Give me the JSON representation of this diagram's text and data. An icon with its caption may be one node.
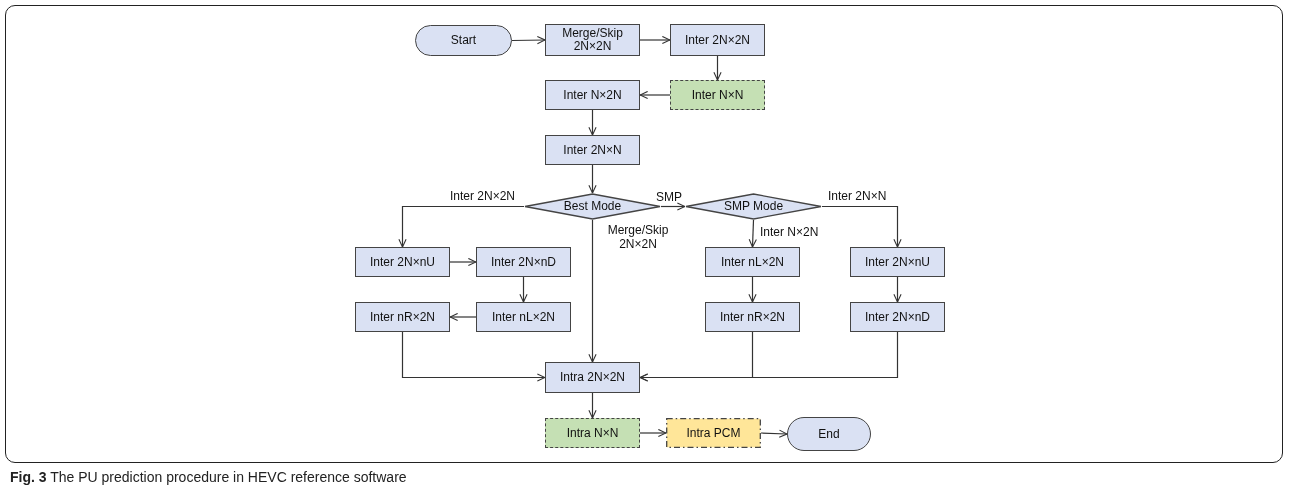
{
  "diagram": {
    "caption": "**Fig. 3** The PU prediction procedure in HEVC reference software",
    "nodes": [
      {
        "text": [
          "Start"
        ]
      },
      {
        "text": [
          "Merge/Skip 2N×2N"
        ]
      },
      {
        "text": [
          "Inter 2N×2N"
        ]
      },
      {
        "text": [
          "Inter N×2N"
        ]
      },
      {
        "text": [
          "Inter N×N"
        ]
      },
      {
        "text": [
          "Inter 2N×N"
        ]
      },
      {
        "text": [
          "Best Mode"
        ]
      },
      {
        "text": [
          "SMP Mode"
        ]
      },
      {
        "text": [
          "Inter 2N×nU"
        ]
      },
      {
        "text": [
          "Inter 2N×nD"
        ]
      },
      {
        "text": [
          "Inter nL×2N"
        ]
      },
      {
        "text": [
          "Inter 2N×nU"
        ]
      },
      {
        "text": [
          "Inter nR×2N"
        ]
      },
      {
        "text": [
          "Inter nL×2N"
        ]
      },
      {
        "text": [
          "Inter nR×2N"
        ]
      },
      {
        "text": [
          "Inter 2N×nD"
        ]
      },
      {
        "text": [
          "Intra 2N×2N"
        ]
      },
      {
        "text": [
          "Intra N×N"
        ]
      },
      {
        "text": [
          "Intra PCM"
        ]
      },
      {
        "text": [
          "End"
        ]
      }
    ],
    "edges": [
      {
        "from": 0,
        "to": 1,
        "arrow": "to"
      },
      {
        "from": 1,
        "to": 2,
        "arrow": "to"
      },
      {
        "from": 2,
        "to": 4,
        "arrow": "to"
      },
      {
        "from": 4,
        "to": 3,
        "arrow": "to"
      },
      {
        "from": 3,
        "to": 5,
        "arrow": "to"
      },
      {
        "from": 5,
        "to": 6,
        "arrow": "to"
      },
      {
        "from": 6,
        "to": 8,
        "arrow": "to",
        "label": "Inter 2N×2N"
      },
      {
        "from": 6,
        "to": 7,
        "arrow": "to",
        "label": "SMP"
      },
      {
        "from": 6,
        "to": 16,
        "arrow": "to",
        "label": "Merge/Skip 2N×2N"
      },
      {
        "from": 7,
        "to": 10,
        "arrow": "to",
        "label": "Inter N×2N"
      },
      {
        "from": 7,
        "to": 11,
        "arrow": "to",
        "label": "Inter 2N×N"
      },
      {
        "from": 8,
        "to": 9,
        "arrow": "to"
      },
      {
        "from": 9,
        "to": 13,
        "arrow": "to"
      },
      {
        "from": 13,
        "to": 12,
        "arrow": "to"
      },
      {
        "from": 10,
        "to": 14,
        "arrow": "to"
      },
      {
        "from": 11,
        "to": 15,
        "arrow": "to"
      },
      {
        "from": 12,
        "to": 16,
        "arrow": "to"
      },
      {
        "from": 14,
        "to": 16,
        "arrow": "to"
      },
      {
        "from": 15,
        "to": 16,
        "arrow": "to"
      },
      {
        "from": 16,
        "to": 17,
        "arrow": "to"
      },
      {
        "from": 17,
        "to": 18,
        "arrow": "to"
      },
      {
        "from": 18,
        "to": 19,
        "arrow": "to"
      }
    ]
  }
}
